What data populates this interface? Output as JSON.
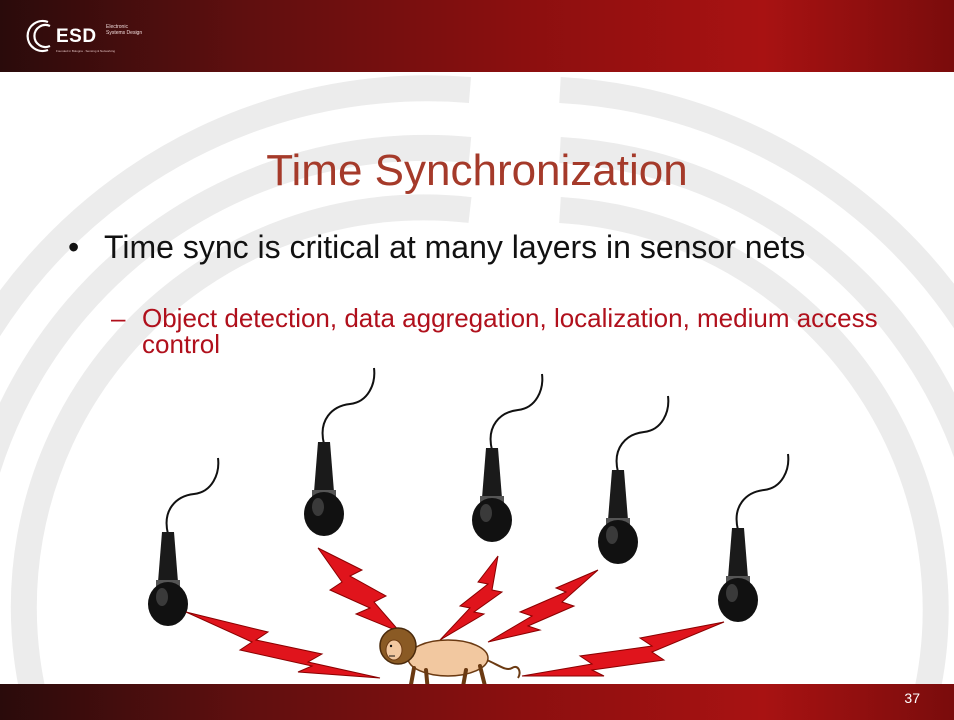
{
  "logo": {
    "word": "ESD",
    "sub": "Electronic Systems Design",
    "tagline": "Founded in Bologna · Sensing & Networking"
  },
  "slide": {
    "title": "Time Synchronization",
    "bullet_marker": "•",
    "bullet_text": "Time sync is critical at many layers in sensor nets",
    "sub_marker": "–",
    "sub_text": "Object detection, data aggregation, localization, medium access control",
    "page_number": "37"
  },
  "colors": {
    "band_dark": "#2a0b0b",
    "band_red": "#a81212",
    "title": "#a53a2a",
    "sub_bullet": "#b0101c",
    "lightning": "#e0141c",
    "lion_body": "#f2c8a0"
  },
  "icons": [
    "esd-logo-icon",
    "microphone-icon",
    "lightning-bolt-icon",
    "lion-icon"
  ]
}
